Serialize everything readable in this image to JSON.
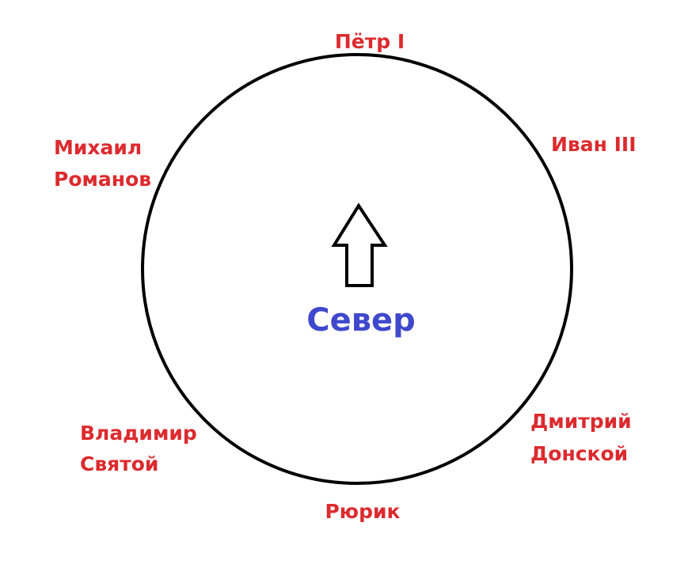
{
  "center_label": "Север",
  "labels": {
    "top": [
      "Пётр I"
    ],
    "top_right": [
      "Иван III"
    ],
    "top_left": [
      "Михаил",
      "Романов"
    ],
    "bottom_left": [
      "Владимир",
      "Святой"
    ],
    "bottom_right": [
      "Дмитрий",
      "Донской"
    ],
    "bottom": [
      "Рюрик"
    ]
  },
  "colors": {
    "labels": "#dc2a2e",
    "center_label": "#3f48cc",
    "lines": "#000000"
  },
  "icons": {
    "center": "arrow-up-icon"
  }
}
